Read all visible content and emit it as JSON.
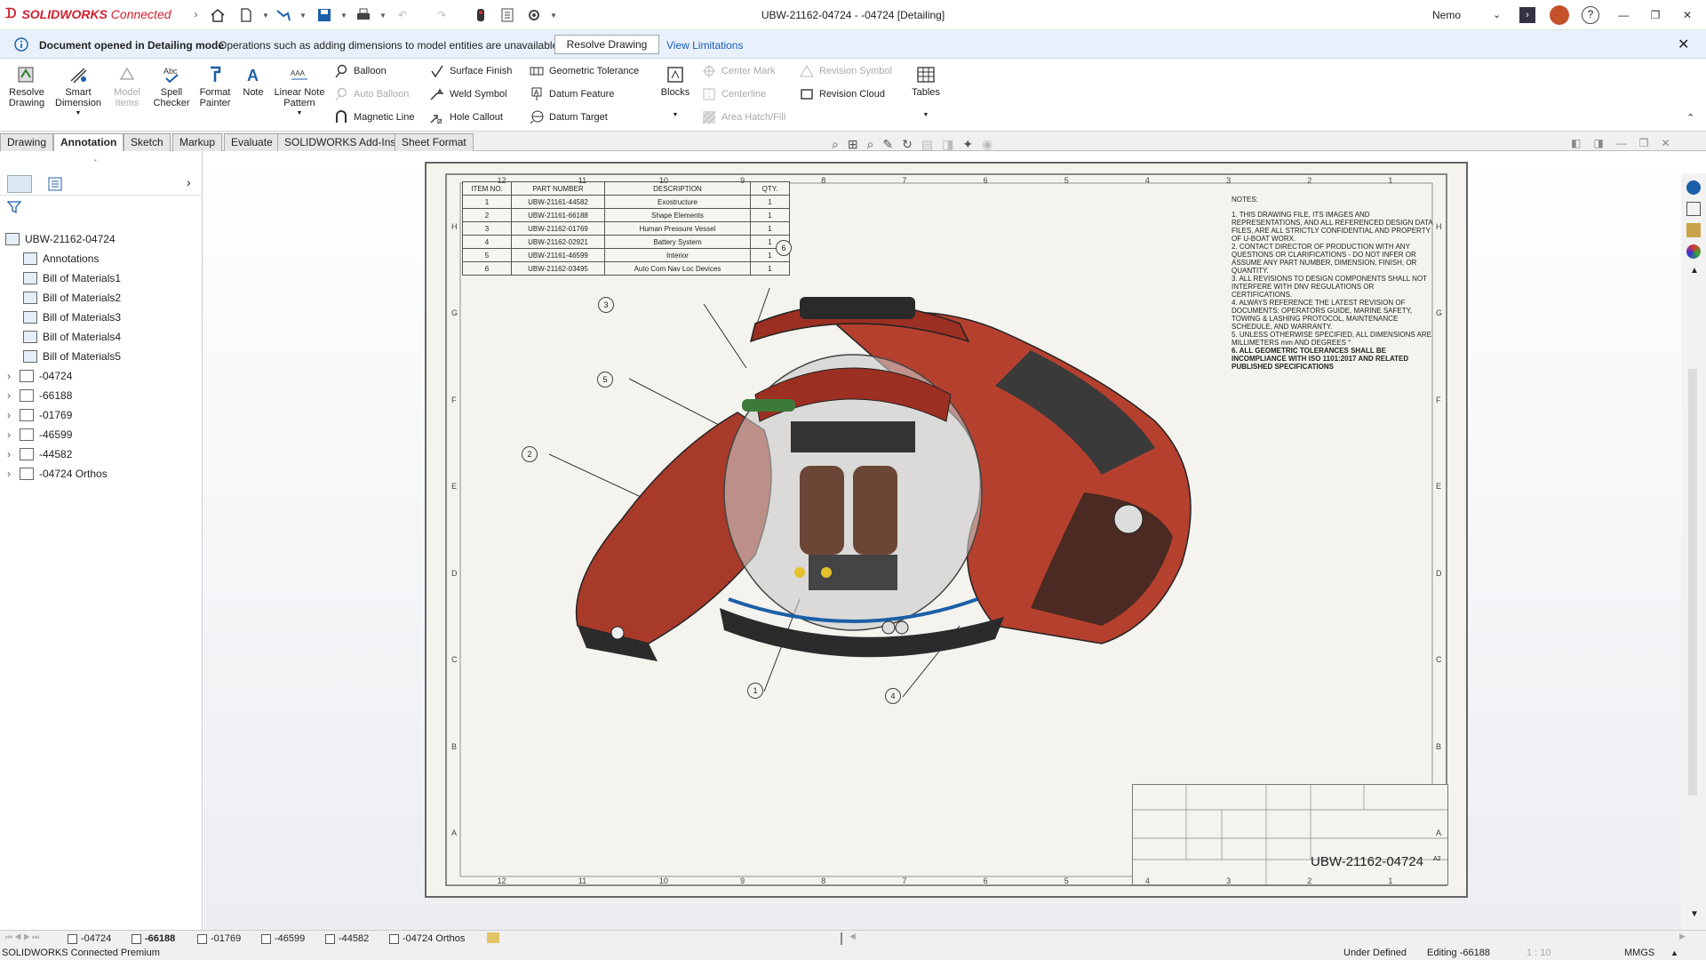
{
  "app": {
    "brand_bold": "SOLIDWORKS",
    "brand_light": "Connected",
    "title": "UBW-21162-04724 - -04724 [Detailing]",
    "user": "Nemo"
  },
  "infobar": {
    "bold": "Document opened in Detailing mode",
    "text": "Operations such as adding dimensions to model entities are unavailable.",
    "resolve": "Resolve Drawing",
    "limitations": "View Limitations"
  },
  "ribbon": {
    "big": [
      {
        "l1": "Resolve",
        "l2": "Drawing"
      },
      {
        "l1": "Smart",
        "l2": "Dimension"
      },
      {
        "l1": "Model",
        "l2": "Items"
      },
      {
        "l1": "Spell",
        "l2": "Checker"
      },
      {
        "l1": "Format",
        "l2": "Painter"
      },
      {
        "l1": "Note",
        "l2": ""
      },
      {
        "l1": "Linear Note",
        "l2": "Pattern"
      }
    ],
    "col1": [
      "Balloon",
      "Auto Balloon",
      "Magnetic Line"
    ],
    "col2": [
      "Surface Finish",
      "Weld Symbol",
      "Hole Callout"
    ],
    "col3": [
      "Geometric Tolerance",
      "Datum Feature",
      "Datum Target"
    ],
    "blocks": "Blocks",
    "col4": [
      "Center Mark",
      "Centerline",
      "Area Hatch/Fill"
    ],
    "col5": [
      "Revision Symbol",
      "Revision Cloud"
    ],
    "tables": "Tables"
  },
  "tabs": [
    "Drawing",
    "Annotation",
    "Sketch",
    "Markup",
    "Evaluate",
    "SOLIDWORKS Add-Ins",
    "Sheet Format"
  ],
  "tree": {
    "root": "UBW-21162-04724",
    "annotations": "Annotations",
    "boms": [
      "Bill of Materials1",
      "Bill of Materials2",
      "Bill of Materials3",
      "Bill of Materials4",
      "Bill of Materials5"
    ],
    "sheets": [
      "-04724",
      "-66188",
      "-01769",
      "-46599",
      "-44582",
      "-04724 Orthos"
    ]
  },
  "bom": {
    "headers": [
      "ITEM NO.",
      "PART NUMBER",
      "DESCRIPTION",
      "QTY."
    ],
    "rows": [
      [
        "1",
        "UBW-21161-44582",
        "Exostructure",
        "1"
      ],
      [
        "2",
        "UBW-21161-66188",
        "Shape Elements",
        "1"
      ],
      [
        "3",
        "UBW-21162-01769",
        "Human Pressure Vessel",
        "1"
      ],
      [
        "4",
        "UBW-21162-02921",
        "Battery System",
        "1"
      ],
      [
        "5",
        "UBW-21161-46599",
        "Interior",
        "1"
      ],
      [
        "6",
        "UBW-21162-03495",
        "Auto Com Nav Loc Devices",
        "1"
      ]
    ]
  },
  "notes": {
    "title": "NOTES:",
    "lines": [
      "1. THIS DRAWING FILE, ITS IMAGES AND REPRESENTATIONS, AND ALL REFERENCED DESIGN DATA FILES, ARE ALL STRICTLY CONFIDENTIAL AND PROPERTY OF U-BOAT WORX.",
      "2. CONTACT DIRECTOR OF PRODUCTION WITH ANY QUESTIONS OR CLARIFICATIONS - DO NOT INFER OR ASSUME ANY PART NUMBER, DIMENSION, FINISH, OR QUANTITY.",
      "3. ALL REVISIONS TO DESIGN COMPONENTS SHALL NOT INTERFERE WITH DNV REGULATIONS OR CERTIFICATIONS.",
      "4. ALWAYS REFERENCE THE LATEST REVISION OF DOCUMENTS: OPERATORS GUIDE, MARINE SAFETY, TOWING & LASHING PROTOCOL, MAINTENANCE SCHEDULE, AND WARRANTY.",
      "5. UNLESS OTHERWISE SPECIFIED, ALL DIMENSIONS ARE MILLIMETERS mm AND DEGREES °"
    ],
    "bold": "6. ALL GEOMETRIC TOLERANCES SHALL BE INCOMPLIANCE WITH ISO 1101:2017 AND RELATED PUBLISHED SPECIFICATIONS"
  },
  "balloons": [
    "6",
    "3",
    "5",
    "2",
    "1",
    "4"
  ],
  "zones": {
    "cols": [
      "12",
      "11",
      "10",
      "9",
      "8",
      "7",
      "6",
      "5",
      "4",
      "3",
      "2",
      "1"
    ],
    "rows": [
      "H",
      "G",
      "F",
      "E",
      "D",
      "C",
      "B",
      "A"
    ]
  },
  "titleblock": {
    "number": "UBW-21162-04724",
    "size": "A2"
  },
  "sheettabs": [
    "-04724",
    "-66188",
    "-01769",
    "-46599",
    "-44582",
    "-04724 Orthos"
  ],
  "status": {
    "left": "SOLIDWORKS Connected Premium",
    "state": "Under Defined",
    "editing": "Editing -66188",
    "scale": "1 : 10",
    "units": "MMGS"
  }
}
